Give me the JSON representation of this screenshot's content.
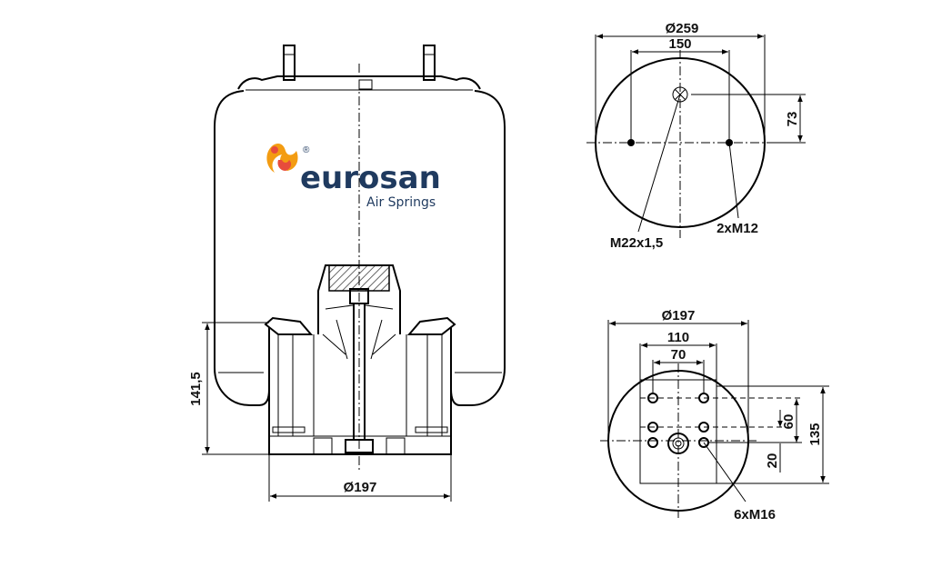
{
  "brand": {
    "name": "eurosan",
    "registered": "®",
    "tagline": "Air Springs",
    "color": "#1f3a5f",
    "accent_colors": [
      "#f39c12",
      "#e74c3c"
    ]
  },
  "side_view": {
    "dims": {
      "height": "141,5",
      "base_diameter": "Ø197"
    }
  },
  "top_view": {
    "dims": {
      "diameter": "Ø259",
      "bolt_spacing": "150",
      "offset": "73",
      "center_thread": "M22x1,5",
      "studs": "2xM12"
    }
  },
  "bottom_view": {
    "dims": {
      "diameter": "Ø197",
      "outer_spacing": "110",
      "inner_spacing": "70",
      "height_60": "60",
      "height_135": "135",
      "height_20": "20",
      "holes": "6xM16"
    }
  }
}
